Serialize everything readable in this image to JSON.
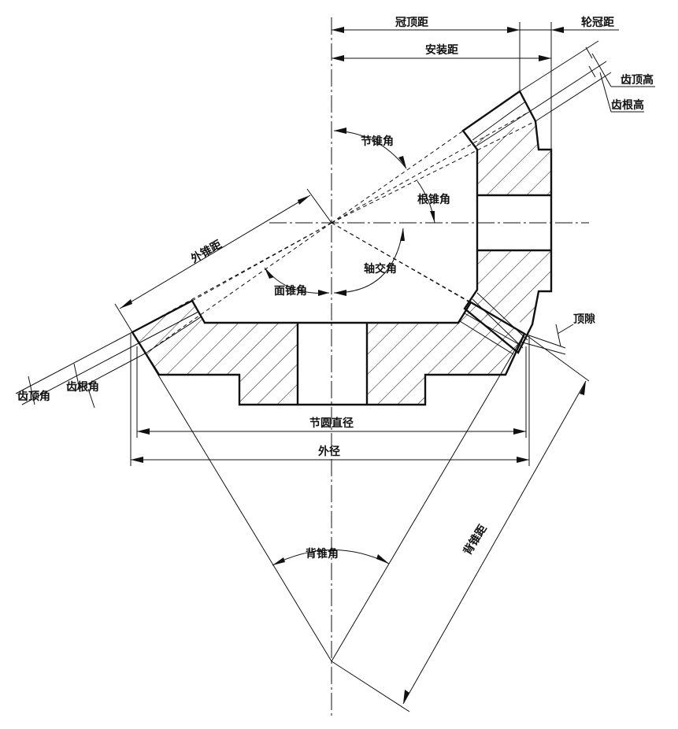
{
  "diagram": {
    "labels": {
      "crown_to_apex": "冠顶距",
      "hub_to_crown": "轮冠距",
      "mounting_distance": "安装距",
      "addendum": "齿顶高",
      "dedendum": "齿根高",
      "pitch_cone_angle": "节锥角",
      "root_cone_angle": "根锥角",
      "cone_distance": "外锥距",
      "face_cone_angle": "面锥角",
      "shaft_angle": "轴交角",
      "clearance": "顶隙",
      "addendum_angle": "齿顶角",
      "dedendum_angle": "齿根角",
      "pitch_diameter": "节圆直径",
      "outside_diameter": "外径",
      "back_cone_angle": "背锥角",
      "back_cone_distance": "背锥距"
    },
    "line_color": "#111111",
    "background_color": "#ffffff"
  }
}
